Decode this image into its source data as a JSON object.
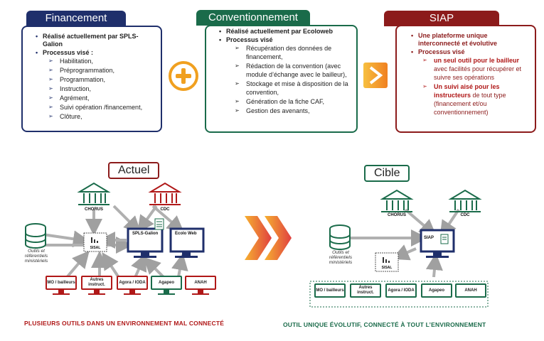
{
  "panels": {
    "financement": {
      "title": "Financement",
      "items": [
        {
          "text": "Réalisé actuellement par SPLS-Galion"
        },
        {
          "text": "Processus visé :"
        }
      ],
      "subitems": [
        "Habilitation,",
        "Préprogrammation,",
        "Programmation,",
        "Instruction,",
        "Agrément,",
        "Suivi opération /financement,",
        "Clôture,"
      ]
    },
    "conventionnement": {
      "title": "Conventionnement",
      "items": [
        {
          "text": "Réalisé actuellement par Ecoloweb"
        },
        {
          "text": "Processus visé"
        }
      ],
      "subitems": [
        "Récupération des données de financement,",
        "Rédaction de la convention (avec module d’échange avec le bailleur),",
        "Stockage et mise à disposition de la convention,",
        "Génération de la fiche CAF,",
        "Gestion des avenants,"
      ]
    },
    "siap": {
      "title": "SIAP",
      "items": [
        {
          "text": "Une plateforme unique interconnecté et évolutive"
        },
        {
          "text": "Processus visé"
        }
      ],
      "sub1_bold": "un seul outil pour le bailleur",
      "sub1_rest": "avec facilités pour récupérer et suivre ses opérations",
      "sub2_bold": "Un suivi aisé pour les instructeurs",
      "sub2_rest": "de tout type (financement et/ou conventionnement)"
    }
  },
  "actuel": {
    "title": "Actuel",
    "chorus": "CHORUS",
    "cdc": "CDC",
    "spls": "SPLS-Galion",
    "ecolo": "Ecolo Web",
    "sisal": "SISAL",
    "db_label": "Outils et référentiels ministériels",
    "actors": [
      "MO / bailleurs",
      "Autres instruct.",
      "Agora / IODA",
      "Agapeo",
      "ANAH"
    ],
    "caption": "PLUSIEURS OUTILS DANS UN ENVIRONNEMENT MAL CONNECTÉ"
  },
  "cible": {
    "title": "Cible",
    "chorus": "CHORUS",
    "cdc": "CDC",
    "siap": "SIAP",
    "sisal": "SISAL",
    "db_label": "Outils et référentiels ministériels",
    "actors": [
      "MO / bailleurs",
      "Autres instruct.",
      "Agora / IODA",
      "Agapeo",
      "ANAH"
    ],
    "caption": "OUTIL UNIQUE ÉVOLUTIF, CONNECTÉ À TOUT L’ENVIRONNEMENT"
  },
  "colors": {
    "navy": "#1f2f6b",
    "green": "#1a6b4a",
    "red": "#8c1b1b",
    "orange": "#f0a020"
  }
}
